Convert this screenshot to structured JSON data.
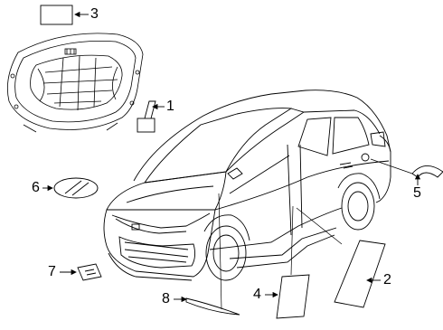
{
  "diagram": {
    "callouts": [
      {
        "id": "1",
        "part": "label-folded-tag"
      },
      {
        "id": "2",
        "part": "label-large-rectangle"
      },
      {
        "id": "3",
        "part": "label-hood-rectangle"
      },
      {
        "id": "4",
        "part": "label-small-rectangle"
      },
      {
        "id": "5",
        "part": "label-arch"
      },
      {
        "id": "6",
        "part": "label-oval"
      },
      {
        "id": "7",
        "part": "label-front-small"
      },
      {
        "id": "8",
        "part": "label-strip"
      }
    ]
  }
}
